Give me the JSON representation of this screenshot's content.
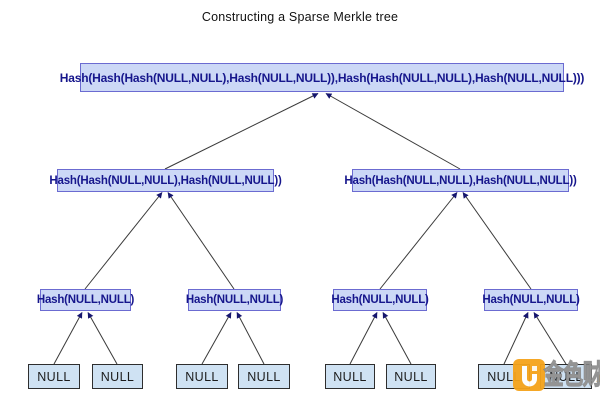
{
  "title": "Constructing a Sparse Merkle tree",
  "tree": {
    "root": {
      "label": "Hash(Hash(Hash(NULL,NULL),Hash(NULL,NULL)),Hash(Hash(NULL,NULL),Hash(NULL,NULL)))"
    },
    "level2": [
      {
        "label": "Hash(Hash(NULL,NULL),Hash(NULL,NULL))"
      },
      {
        "label": "Hash(Hash(NULL,NULL),Hash(NULL,NULL))"
      }
    ],
    "level3": [
      {
        "label": "Hash(NULL,NULL)"
      },
      {
        "label": "Hash(NULL,NULL)"
      },
      {
        "label": "Hash(NULL,NULL)"
      },
      {
        "label": "Hash(NULL,NULL)"
      }
    ],
    "leaves": [
      "NULL",
      "NULL",
      "NULL",
      "NULL",
      "NULL",
      "NULL",
      "NULL",
      "NULL"
    ]
  },
  "colors": {
    "node_fill": "#ccd8f6",
    "node_border": "#6b6bd1",
    "node_text": "#16168c",
    "leaf_fill": "#cfe2f3",
    "leaf_border": "#2e2e2e",
    "edge": "#3a3a3a",
    "arrowhead": "#16166e",
    "watermark_orange": "#f5a31b"
  },
  "watermark": {
    "text": "金色财经"
  }
}
